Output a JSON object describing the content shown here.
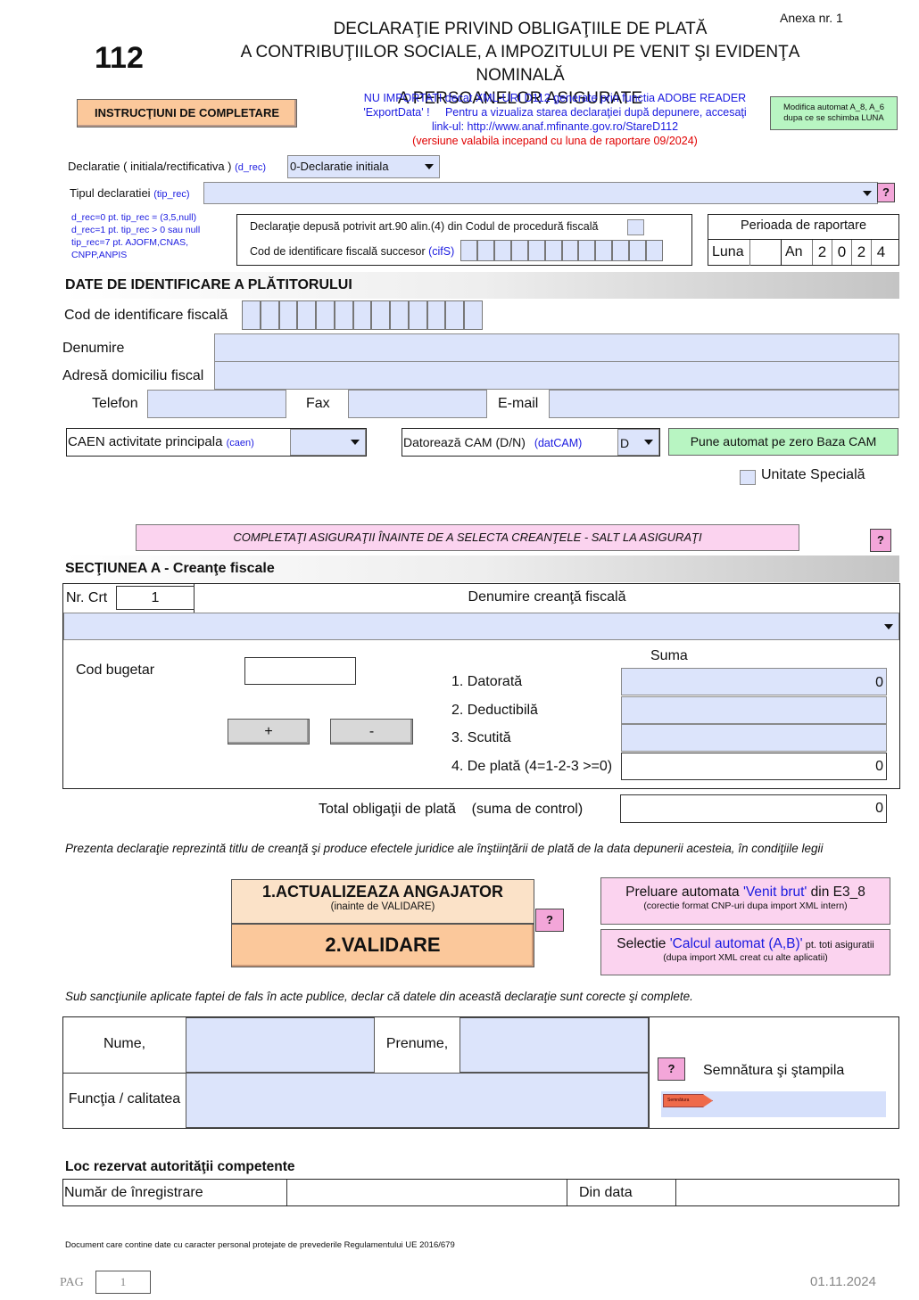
{
  "header": {
    "form_number": "112",
    "annex": "Anexa nr. 1",
    "title_line1": "DECLARAŢIE PRIVIND OBLIGAŢIILE DE PLATĂ",
    "title_line2": "A CONTRIBUŢIILOR SOCIALE, A IMPOZITULUI PE VENIT ŞI EVIDENŢA NOMINALĂ",
    "title_line3": "A PERSOANELOR ASIGURATE",
    "instructions_button": "INSTRUCŢIUNI DE COMPLETARE",
    "notice_line1": "NU IMPORTATI decat XML-URI D112 generate prin functia ADOBE READER",
    "notice_line2": "'ExportData' !     Pentru a vizualiza starea declaraţiei după depunere, accesaţi",
    "notice_line3": "link-ul: http://www.anaf.mfinante.gov.ro/StareD112",
    "notice_line4": "(versiune valabila incepand cu luna de raportare  09/2024)",
    "auto_modify_button_l1": "Modifica automat A_8, A_6",
    "auto_modify_button_l2": "dupa ce se schimba LUNA"
  },
  "declaration": {
    "type_label": "Declaratie ( initiala/rectificativa )",
    "type_code": "(d_rec)",
    "type_value": "0-Declaratie initiala",
    "kind_label": "Tipul declaratiei",
    "kind_code": "(tip_rec)",
    "kind_value": "",
    "help_q": "?",
    "hint_line1": "d_rec=0 pt. tip_rec = (3,5,null)",
    "hint_line2": "d_rec=1 pt. tip_rec > 0 sau null",
    "hint_line3": "tip_rec=7 pt. AJOFM,CNAS,",
    "hint_line4": "CNPP,ANPIS",
    "art90_label": "Declaraţie depusă potrivit art.90 alin.(4) din Codul de procedură fiscală",
    "successor_label": "Cod de identificare fiscală succesor",
    "successor_code": "(cifS)"
  },
  "period": {
    "title": "Perioada de raportare",
    "month_label": "Luna",
    "year_label": "An",
    "year_digits": [
      "2",
      "0",
      "2",
      "4"
    ]
  },
  "identification": {
    "section_title": "DATE DE IDENTIFICARE A PLĂTITORULUI",
    "cif_label": "Cod de identificare fiscală",
    "name_label": "Denumire",
    "address_label": "Adresă domiciliu fiscal",
    "phone_label": "Telefon",
    "fax_label": "Fax",
    "email_label": "E-mail",
    "caen_label": "CAEN activitate principala",
    "caen_code": "(caen)",
    "cam_label": "Datorează CAM  (D/N)",
    "cam_code": "(datCAM)",
    "cam_value": "D",
    "cam_zero_button": "Pune automat pe zero Baza CAM",
    "special_unit_label": "Unitate Specială"
  },
  "notice_bar": {
    "text": "COMPLETAŢI ASIGURAŢII ÎNAINTE DE A SELECTA CREANŢELE - SALT LA ASIGURAŢI",
    "help_q": "?"
  },
  "section_a": {
    "title": "SECŢIUNEA A - Creanţe fiscale",
    "nr_crt_label": "Nr. Crt",
    "nr_crt_value": "1",
    "claim_name_label": "Denumire creanţă fiscală",
    "budget_code_label": "Cod bugetar",
    "sum_label": "Suma",
    "plus_button": "+",
    "minus_button": "-",
    "rows": [
      {
        "label": "1. Datorată",
        "value": "0"
      },
      {
        "label": "2. Deductibilă",
        "value": ""
      },
      {
        "label": "3. Scutită",
        "value": ""
      },
      {
        "label": "4. De plată (4=1-2-3 >=0)",
        "value": "0"
      }
    ],
    "total_label": "Total obligaţii de plată    (suma de control)",
    "total_value": "0"
  },
  "legal_text": "Prezenta declaraţie reprezintă titlu de creanţă şi produce efectele juridice ale înştiinţării de plată de la data depunerii acesteia, în condiţiile legii",
  "actions": {
    "update_employer_title": "1.ACTUALIZEAZA ANGAJATOR",
    "update_employer_sub": "(inainte de VALIDARE)",
    "validate_button": "2.VALIDARE",
    "help_q": "?",
    "gross_pre": "Preluare automata ",
    "gross_quoted": "'Venit brut'",
    "gross_post": " din E3_8",
    "gross_sub": "(corectie format CNP-uri  dupa import XML intern)",
    "calc_pre": "Selectie ",
    "calc_quoted": "'Calcul automat (A,B)'",
    "calc_post": "  pt. toti asiguratii",
    "calc_sub": "(dupa import XML creat cu  alte aplicatii)"
  },
  "penalty_text": "Sub sancţiunile aplicate faptei de fals în acte publice, declar că datele din această declaraţie sunt corecte şi complete.",
  "signature": {
    "name_label": "Nume,",
    "surname_label": "Prenume,",
    "function_label": "Funcţia / calitatea",
    "help_q": "?",
    "sign_label": "Semnătura şi ştampila",
    "sign_tag": "Semnătura"
  },
  "authority": {
    "title": "Loc rezervat autorităţii competente",
    "reg_label": "Număr de înregistrare",
    "date_label": "Din data"
  },
  "footer": {
    "gdpr": "Document care contine date cu caracter personal protejate de prevederile Regulamentului UE 2016/679",
    "page_label": "PAG",
    "page_value": "1",
    "date": "01.11.2024"
  },
  "colors": {
    "field": "#dce4fb",
    "orange": "#fbc89b",
    "pink": "#fbd3ef",
    "green": "#b8f5c2",
    "help": "#f3a6d9"
  }
}
